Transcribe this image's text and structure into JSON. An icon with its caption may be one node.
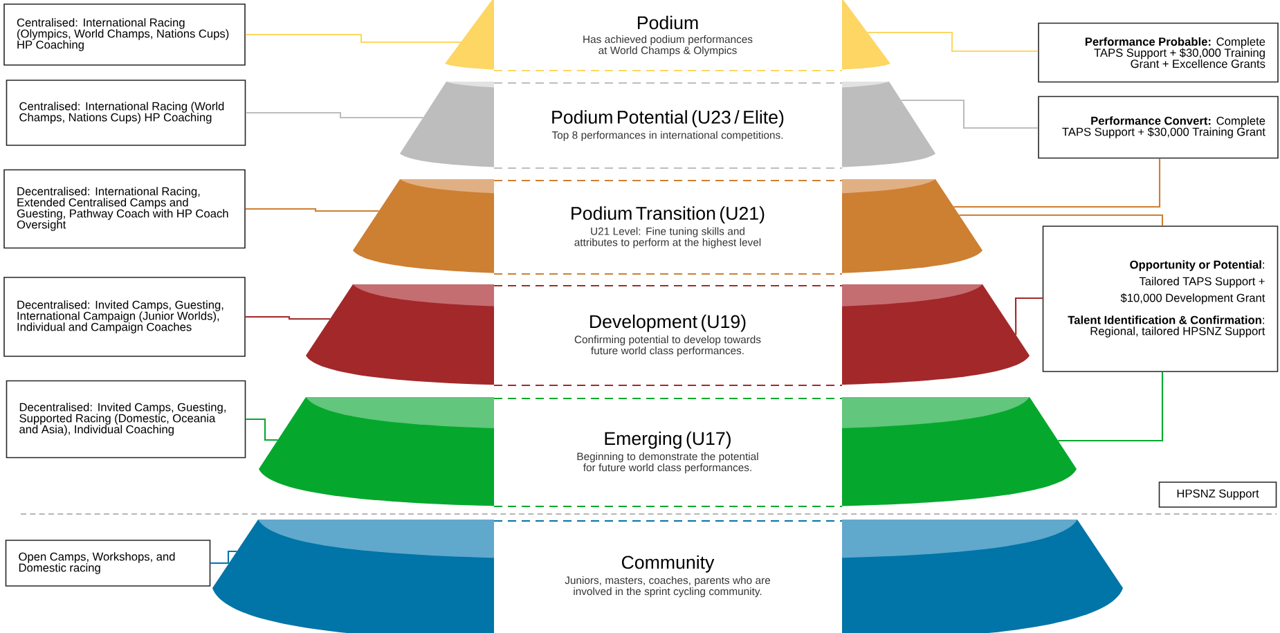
{
  "diagram": {
    "nodes": [
      {
        "text": [
          "Podium",
          "Has achieved podium performances at World Champs & Olympics"
        ]
      },
      {
        "text": [
          "Podium Potential (U23 / Elite)",
          "Top 8 performances in international competitions."
        ]
      },
      {
        "text": [
          "Podium Transition (U21)",
          "U21 Level: Fine tuning skills and attributes to perform at the highest level"
        ]
      },
      {
        "text": [
          "Development (U19)",
          "Confirming potential to develop towards future world class performances."
        ]
      },
      {
        "text": [
          "Emerging (U17)",
          "Beginning to demonstrate the potential for future world class performances."
        ]
      },
      {
        "text": [
          "Community",
          "Juniors, masters, coaches, parents who are involved in the sprint cycling community."
        ]
      },
      {
        "text": [
          "Centralised: International Racing (Olympics, World Champs, Nations Cups) HP Coaching"
        ]
      },
      {
        "text": [
          "Centralised: International Racing (World Champs, Nations Cups) HP Coaching"
        ]
      },
      {
        "text": [
          "Decentralised: International Racing, Extended Centralised Camps and Guesting, Pathway Coach with HP Coach Oversight"
        ]
      },
      {
        "text": [
          "Decentralised: Invited Camps, Guesting, International Campaign (Junior Worlds), Individual and Campaign Coaches"
        ]
      },
      {
        "text": [
          "Decentralised: Invited Camps, Guesting, Supported Racing (Domestic, Oceania and Asia), Individual Coaching"
        ]
      },
      {
        "text": [
          "Open Camps, Workshops, and Domestic racing"
        ]
      },
      {
        "text": [
          "**Performance Probable:** Complete TAPS Support + $30,000 Training Grant + Excellence Grants"
        ]
      },
      {
        "text": [
          "**Performance Convert:** Complete TAPS Support + $30,000 Training Grant"
        ]
      },
      {
        "text": [
          "**Opportunity or Potential**: Tailored TAPS Support + $10,000 Development Grant",
          "**Talent Identification & Confirmation**: Regional, tailored HPSNZ Support"
        ]
      },
      {
        "text": [
          "HPSNZ Support"
        ]
      }
    ],
    "edges": [
      {
        "from": 6,
        "to": 0,
        "arrow": "none",
        "color": "#fdd663"
      },
      {
        "from": 7,
        "to": 1,
        "arrow": "none",
        "color": "#bdbdbd"
      },
      {
        "from": 8,
        "to": 2,
        "arrow": "none",
        "color": "#cd7f32"
      },
      {
        "from": 9,
        "to": 3,
        "arrow": "none",
        "color": "#a3282a"
      },
      {
        "from": 10,
        "to": 4,
        "arrow": "none",
        "color": "#05a82d"
      },
      {
        "from": 11,
        "to": 5,
        "arrow": "none",
        "color": "#0174a8"
      },
      {
        "from": 12,
        "to": 0,
        "arrow": "none",
        "color": "#fdd663"
      },
      {
        "from": 13,
        "to": 1,
        "arrow": "none",
        "color": "#bdbdbd"
      },
      {
        "from": 13,
        "to": 2,
        "arrow": "none",
        "color": "#cd7f32"
      },
      {
        "from": 14,
        "to": 2,
        "arrow": "none",
        "color": "#cd7f32"
      },
      {
        "from": 14,
        "to": 3,
        "arrow": "none",
        "color": "#a3282a"
      },
      {
        "from": 14,
        "to": 4,
        "arrow": "none",
        "color": "#05a82d"
      }
    ]
  }
}
